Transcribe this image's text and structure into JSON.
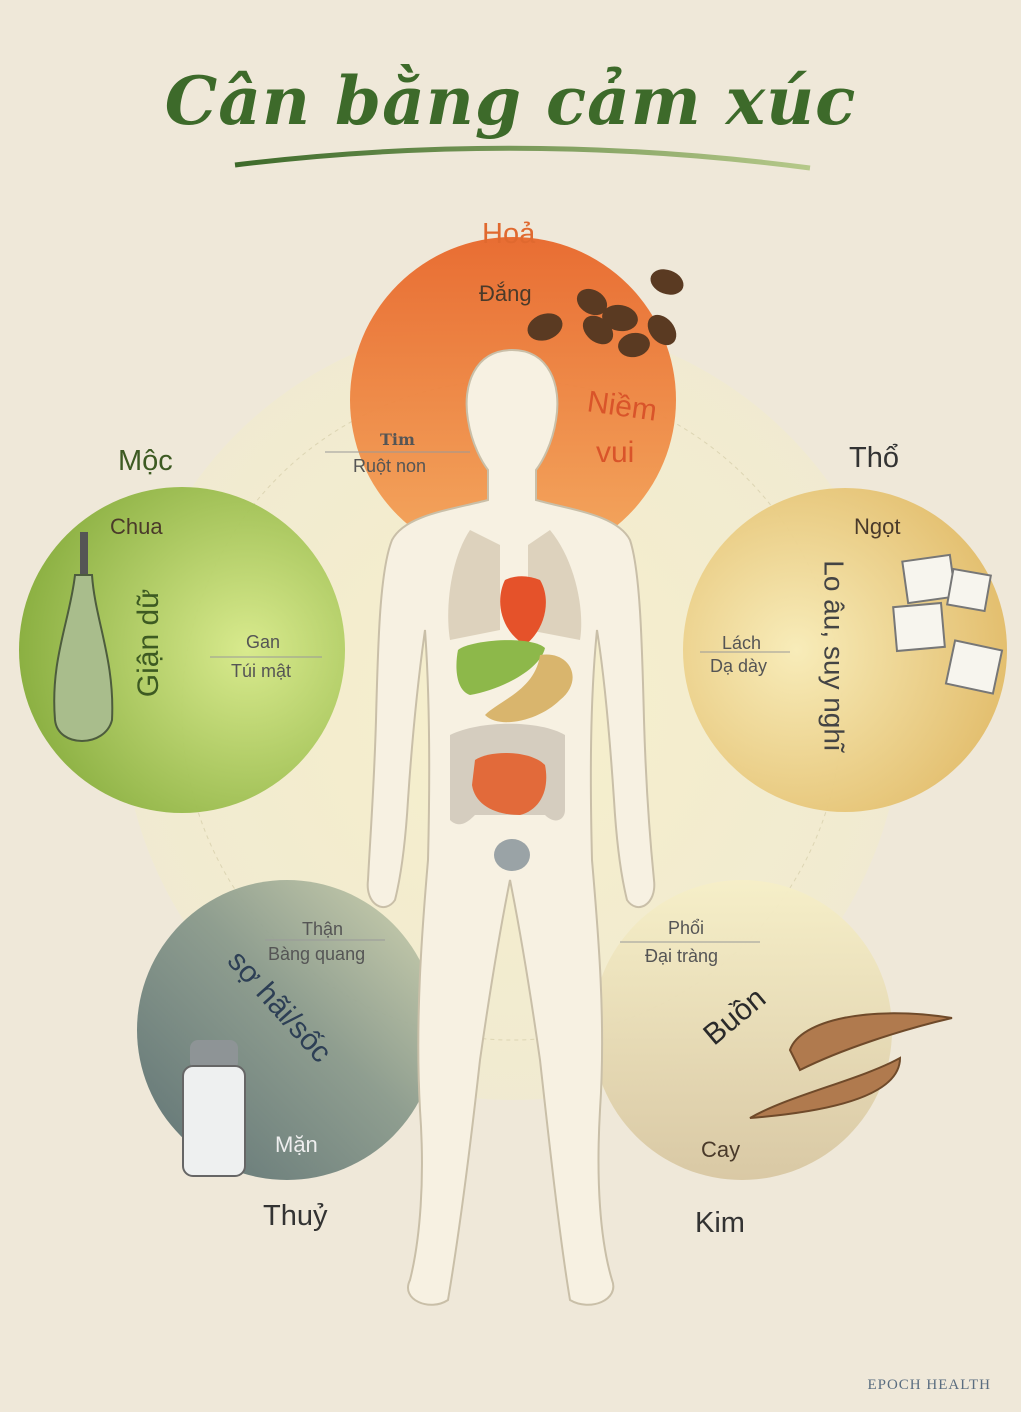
{
  "title": "Cân bằng cảm xúc",
  "elements": {
    "hoa": {
      "name": "Hoả",
      "taste": "Đắng",
      "emotion_1": "Niềm",
      "emotion_2": "vui",
      "organ_1": "Tim",
      "organ_2": "Ruột non",
      "color": "#ec7a2e"
    },
    "moc": {
      "name": "Mộc",
      "taste": "Chua",
      "emotion": "Giận dữ",
      "organ_1": "Gan",
      "organ_2": "Túi mật",
      "color": "#8fb63e"
    },
    "tho": {
      "name": "Thổ",
      "taste": "Ngọt",
      "emotion": "Lo âu, suy nghĩ",
      "organ_1": "Lách",
      "organ_2": "Dạ dày",
      "color": "#e6c56f"
    },
    "thuy": {
      "name": "Thuỷ",
      "taste": "Mặn",
      "emotion": "sợ hãi/sốc",
      "organ_1": "Thận",
      "organ_2": "Bàng quang",
      "color": "#6f8480"
    },
    "kim": {
      "name": "Kim",
      "taste": "Cay",
      "emotion": "Buồn",
      "organ_1": "Phổi",
      "organ_2": "Đại tràng",
      "color": "#e3d6b4"
    }
  },
  "footer": "EPOCH HEALTH"
}
